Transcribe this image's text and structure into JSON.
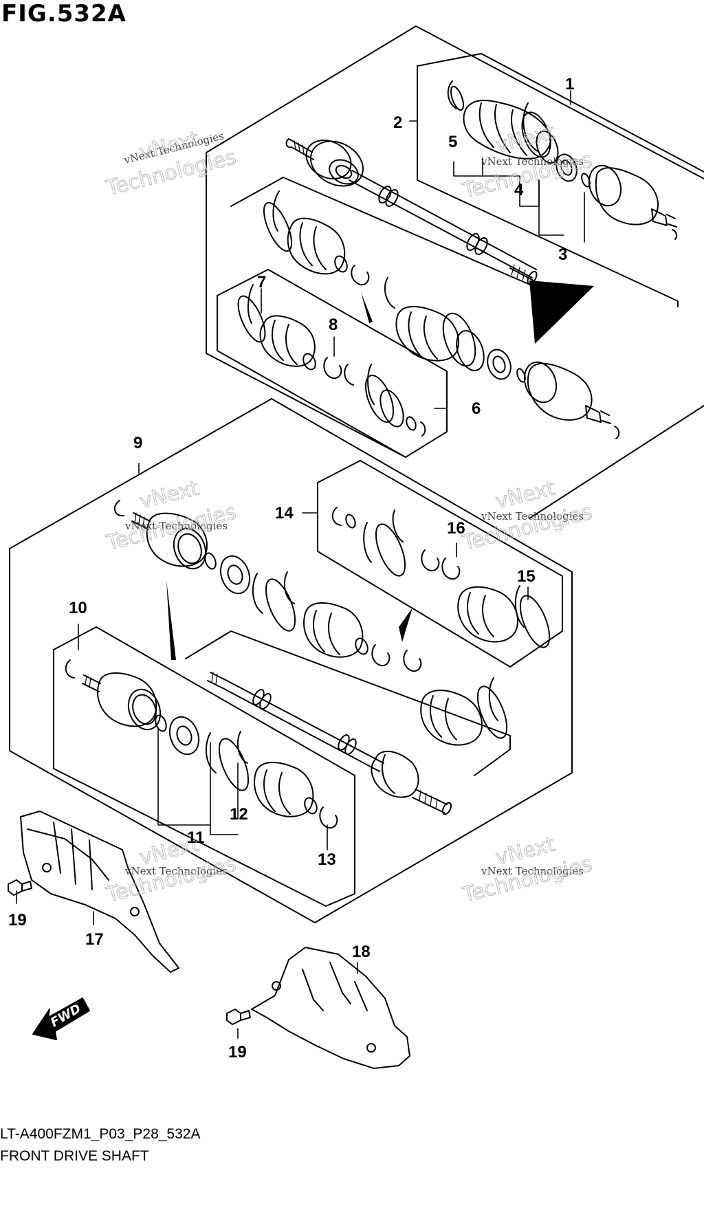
{
  "figure": {
    "title": "FIG.532A",
    "code": "LT-A400FZM1_P03_P28_532A",
    "name": "FRONT DRIVE SHAFT"
  },
  "callouts": [
    "1",
    "2",
    "3",
    "4",
    "5",
    "6",
    "7",
    "8",
    "9",
    "10",
    "11",
    "12",
    "13",
    "14",
    "15",
    "16",
    "17",
    "18",
    "19",
    "19"
  ],
  "watermark": {
    "line1": "vNext Technologies",
    "big1": "vNext",
    "big2": "Technologies"
  },
  "fwd_label": "FWD"
}
